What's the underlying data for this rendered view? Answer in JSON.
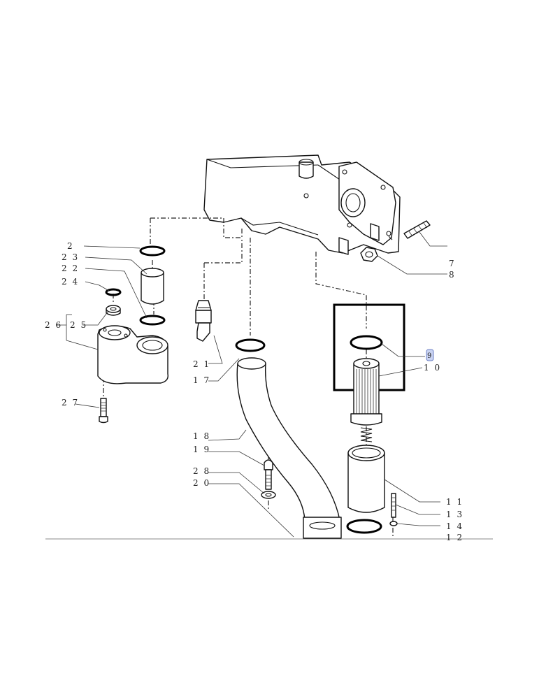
{
  "diagram": {
    "callouts": [
      {
        "id": "c2",
        "label": "2"
      },
      {
        "id": "c23",
        "label": "2 3"
      },
      {
        "id": "c22",
        "label": "2 2"
      },
      {
        "id": "c24",
        "label": "2 4"
      },
      {
        "id": "c26",
        "label": "2 6"
      },
      {
        "id": "c25",
        "label": "2 5"
      },
      {
        "id": "c27",
        "label": "2 7"
      },
      {
        "id": "c21",
        "label": "2 1"
      },
      {
        "id": "c17",
        "label": "1 7"
      },
      {
        "id": "c18",
        "label": "1 8"
      },
      {
        "id": "c19",
        "label": "1 9"
      },
      {
        "id": "c28",
        "label": "2 8"
      },
      {
        "id": "c20",
        "label": "2 0"
      },
      {
        "id": "c7",
        "label": "7"
      },
      {
        "id": "c8",
        "label": "8"
      },
      {
        "id": "c10",
        "label": "1 0"
      },
      {
        "id": "c11",
        "label": "1 1"
      },
      {
        "id": "c13",
        "label": "1 3"
      },
      {
        "id": "c14",
        "label": "1 4"
      },
      {
        "id": "c12",
        "label": "1 2"
      }
    ],
    "highlighted_part": "9",
    "colors": {
      "highlight": "#000000",
      "marker": "#c9d3f2"
    }
  }
}
